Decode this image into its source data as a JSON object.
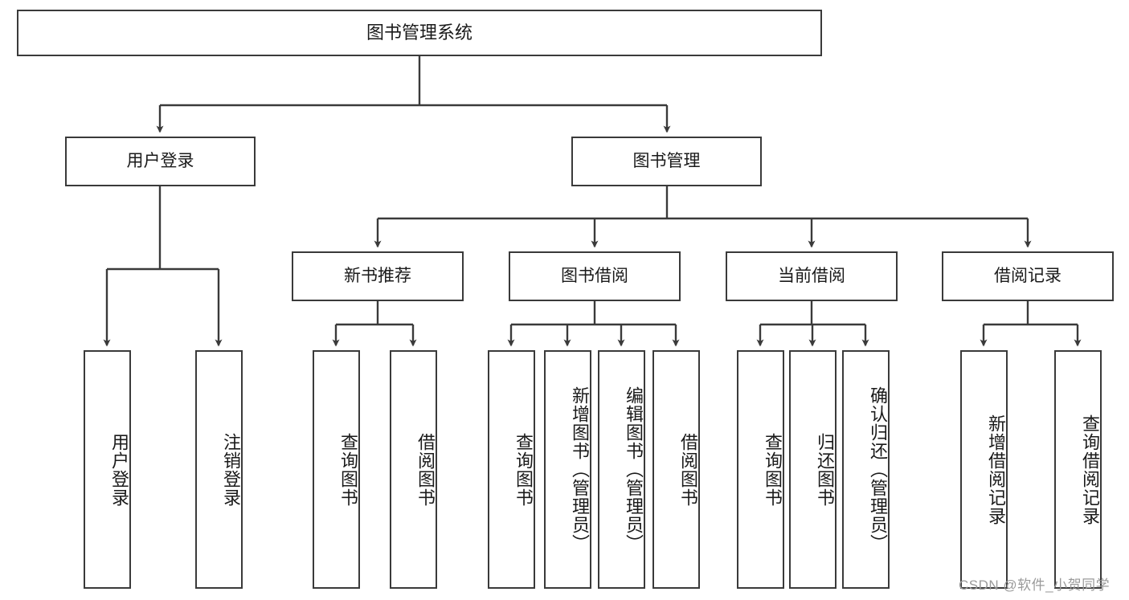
{
  "diagram": {
    "title": "图书管理系统",
    "type": "tree",
    "watermark": "CSDN @软件_小贺同学",
    "colors": {
      "stroke": "#3a3a3a",
      "fill": "#ffffff",
      "text": "#1a1a1a",
      "watermark": "#9a9a9a"
    },
    "root": {
      "label": "图书管理系统"
    },
    "level2": [
      {
        "label": "用户登录"
      },
      {
        "label": "图书管理"
      }
    ],
    "level3": [
      {
        "label": "新书推荐"
      },
      {
        "label": "图书借阅"
      },
      {
        "label": "当前借阅"
      },
      {
        "label": "借阅记录"
      }
    ],
    "leaves": {
      "user_login": [
        {
          "label": "用户登录"
        },
        {
          "label": "注销登录"
        }
      ],
      "new_book_recommend": [
        {
          "label": "查询图书"
        },
        {
          "label": "借阅图书"
        }
      ],
      "book_borrow": [
        {
          "label": "查询图书"
        },
        {
          "label": "新增图书（管理员）"
        },
        {
          "label": "编辑图书（管理员）"
        },
        {
          "label": "借阅图书"
        }
      ],
      "current_borrow": [
        {
          "label": "查询图书"
        },
        {
          "label": "归还图书"
        },
        {
          "label": "确认归还（管理员）"
        }
      ],
      "borrow_record": [
        {
          "label": "新增借阅记录"
        },
        {
          "label": "查询借阅记录"
        }
      ]
    }
  }
}
